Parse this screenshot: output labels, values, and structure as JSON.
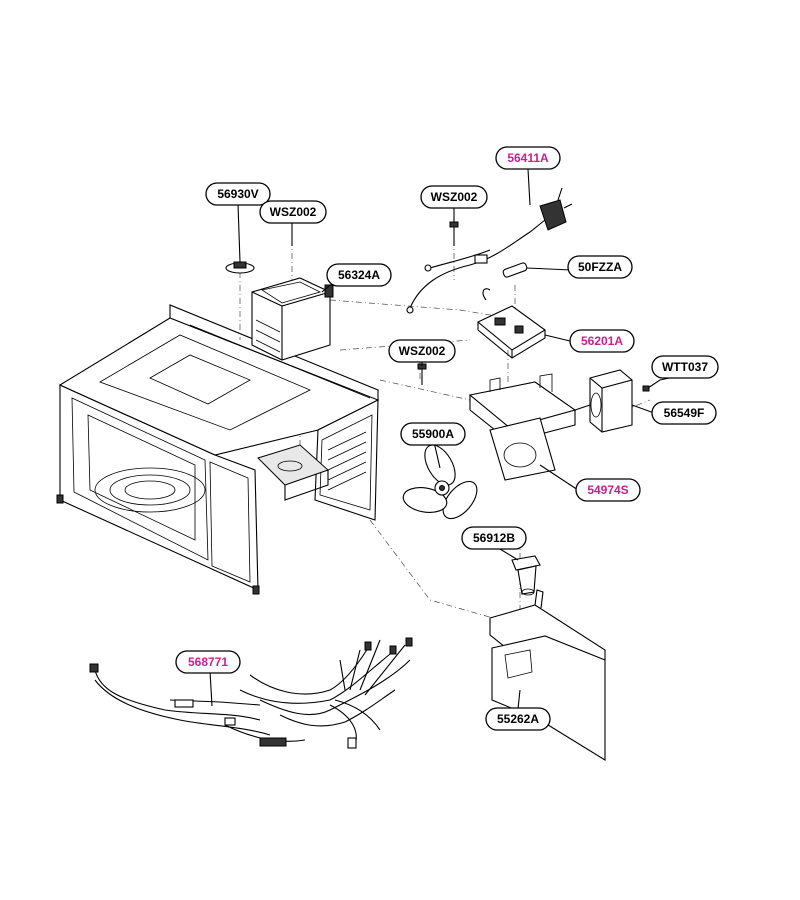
{
  "colors": {
    "standard_label": "#000000",
    "highlight_label": "#cc1f8a",
    "outline": "#000000"
  },
  "labels": {
    "l_56411A": {
      "text": "56411A",
      "highlight": true
    },
    "l_56930V": {
      "text": "56930V",
      "highlight": false
    },
    "l_WSZ002_a": {
      "text": "WSZ002",
      "highlight": false
    },
    "l_WSZ002_b": {
      "text": "WSZ002",
      "highlight": false
    },
    "l_56324A": {
      "text": "56324A",
      "highlight": false
    },
    "l_50FZZA": {
      "text": "50FZZA",
      "highlight": false
    },
    "l_56201A": {
      "text": "56201A",
      "highlight": true
    },
    "l_WSZ002_c": {
      "text": "WSZ002",
      "highlight": false
    },
    "l_WTT037": {
      "text": "WTT037",
      "highlight": false
    },
    "l_56549F": {
      "text": "56549F",
      "highlight": false
    },
    "l_55900A": {
      "text": "55900A",
      "highlight": false
    },
    "l_54974S": {
      "text": "54974S",
      "highlight": true
    },
    "l_56912B": {
      "text": "56912B",
      "highlight": false
    },
    "l_568771": {
      "text": "568771",
      "highlight": true
    },
    "l_55262A": {
      "text": "55262A",
      "highlight": false
    }
  }
}
